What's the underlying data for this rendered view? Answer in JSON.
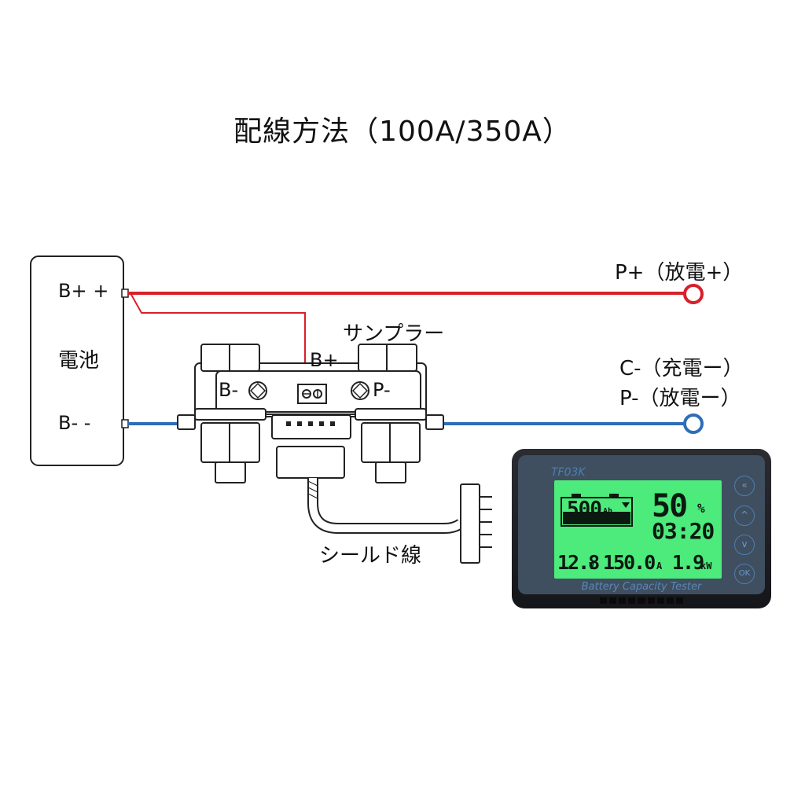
{
  "title": "配線方法（100A/350A）",
  "battery": {
    "pos_label": "B+ +",
    "name": "電池",
    "neg_label": "B- -"
  },
  "outputs": {
    "p_plus": "P+（放電+）",
    "c_minus": "C-（充電ー）",
    "p_minus": "P-（放電ー）"
  },
  "sampler": {
    "name": "サンプラー",
    "b_plus": "B+",
    "b_minus": "B-",
    "p_minus": "P-"
  },
  "shield_cable": "シールド線",
  "meter": {
    "model": "TF03K",
    "capacity_value": "500",
    "capacity_unit": "Ah",
    "percent_value": "50",
    "percent_unit": "%",
    "time": "03:20",
    "voltage_value": "12.8",
    "voltage_unit": "V",
    "current_value": "150.0",
    "current_unit": "A",
    "power_value": "1.9",
    "power_unit": "kW",
    "footer": "Battery Capacity Tester",
    "buttons": {
      "back": "«",
      "up": "^",
      "down": "v",
      "ok": "OK"
    }
  },
  "colors": {
    "positive_wire": "#d8202a",
    "negative_wire": "#2f6db5",
    "lcd_background": "#4dea7c",
    "device_body": "#1c1d21"
  }
}
